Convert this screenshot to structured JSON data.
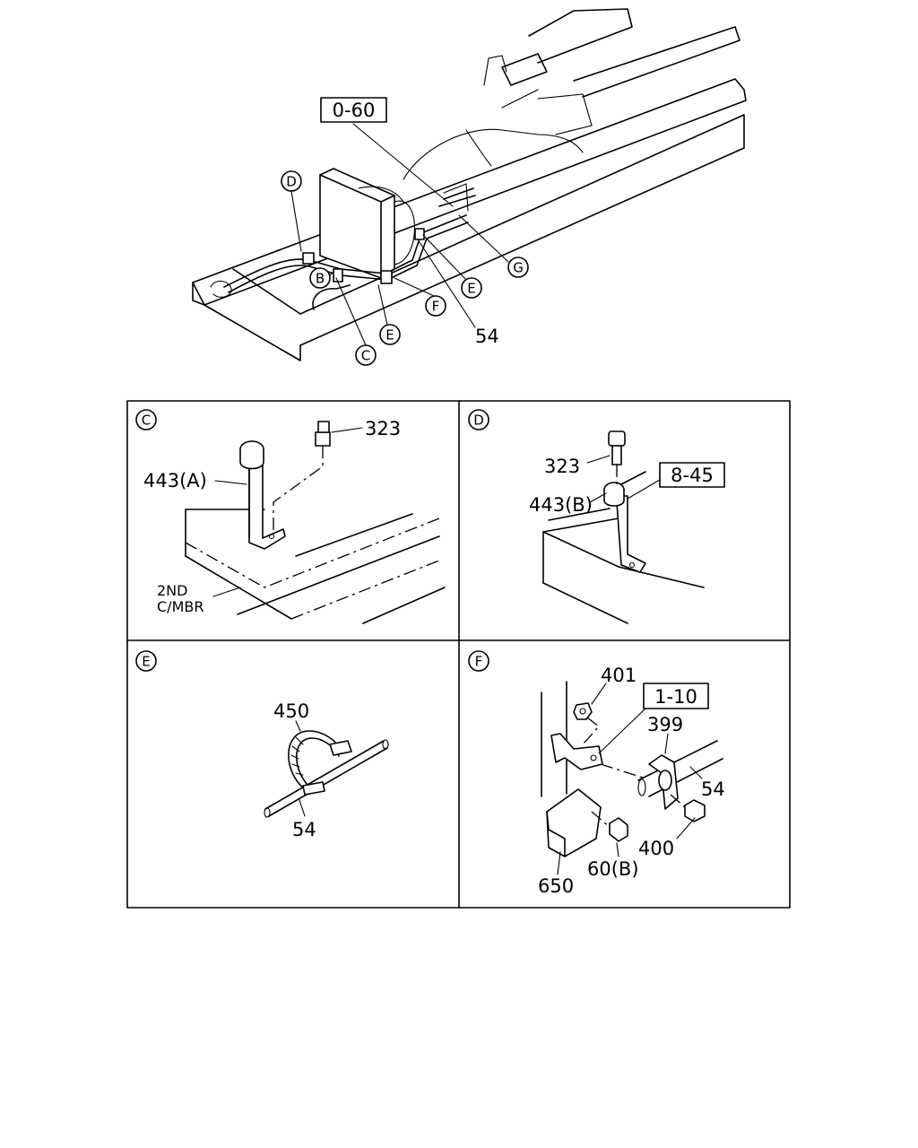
{
  "overview": {
    "ref_box": "0-60",
    "callouts": {
      "D": "D",
      "B": "B",
      "C": "C",
      "E1": "E",
      "F": "F",
      "E2": "E",
      "G": "G"
    },
    "part_54": "54"
  },
  "panels": [
    {
      "letter": "C",
      "labels": {
        "p323": "323",
        "p443": "443(A)",
        "member_line1": "2ND",
        "member_line2": "C/MBR"
      }
    },
    {
      "letter": "D",
      "labels": {
        "p323": "323",
        "p443": "443(B)",
        "ref_box": "8-45"
      }
    },
    {
      "letter": "E",
      "labels": {
        "p450": "450",
        "p54": "54"
      }
    },
    {
      "letter": "F",
      "labels": {
        "p401": "401",
        "ref_box": "1-10",
        "p399": "399",
        "p54": "54",
        "p400": "400",
        "p60": "60(B)",
        "p650": "650"
      }
    }
  ]
}
